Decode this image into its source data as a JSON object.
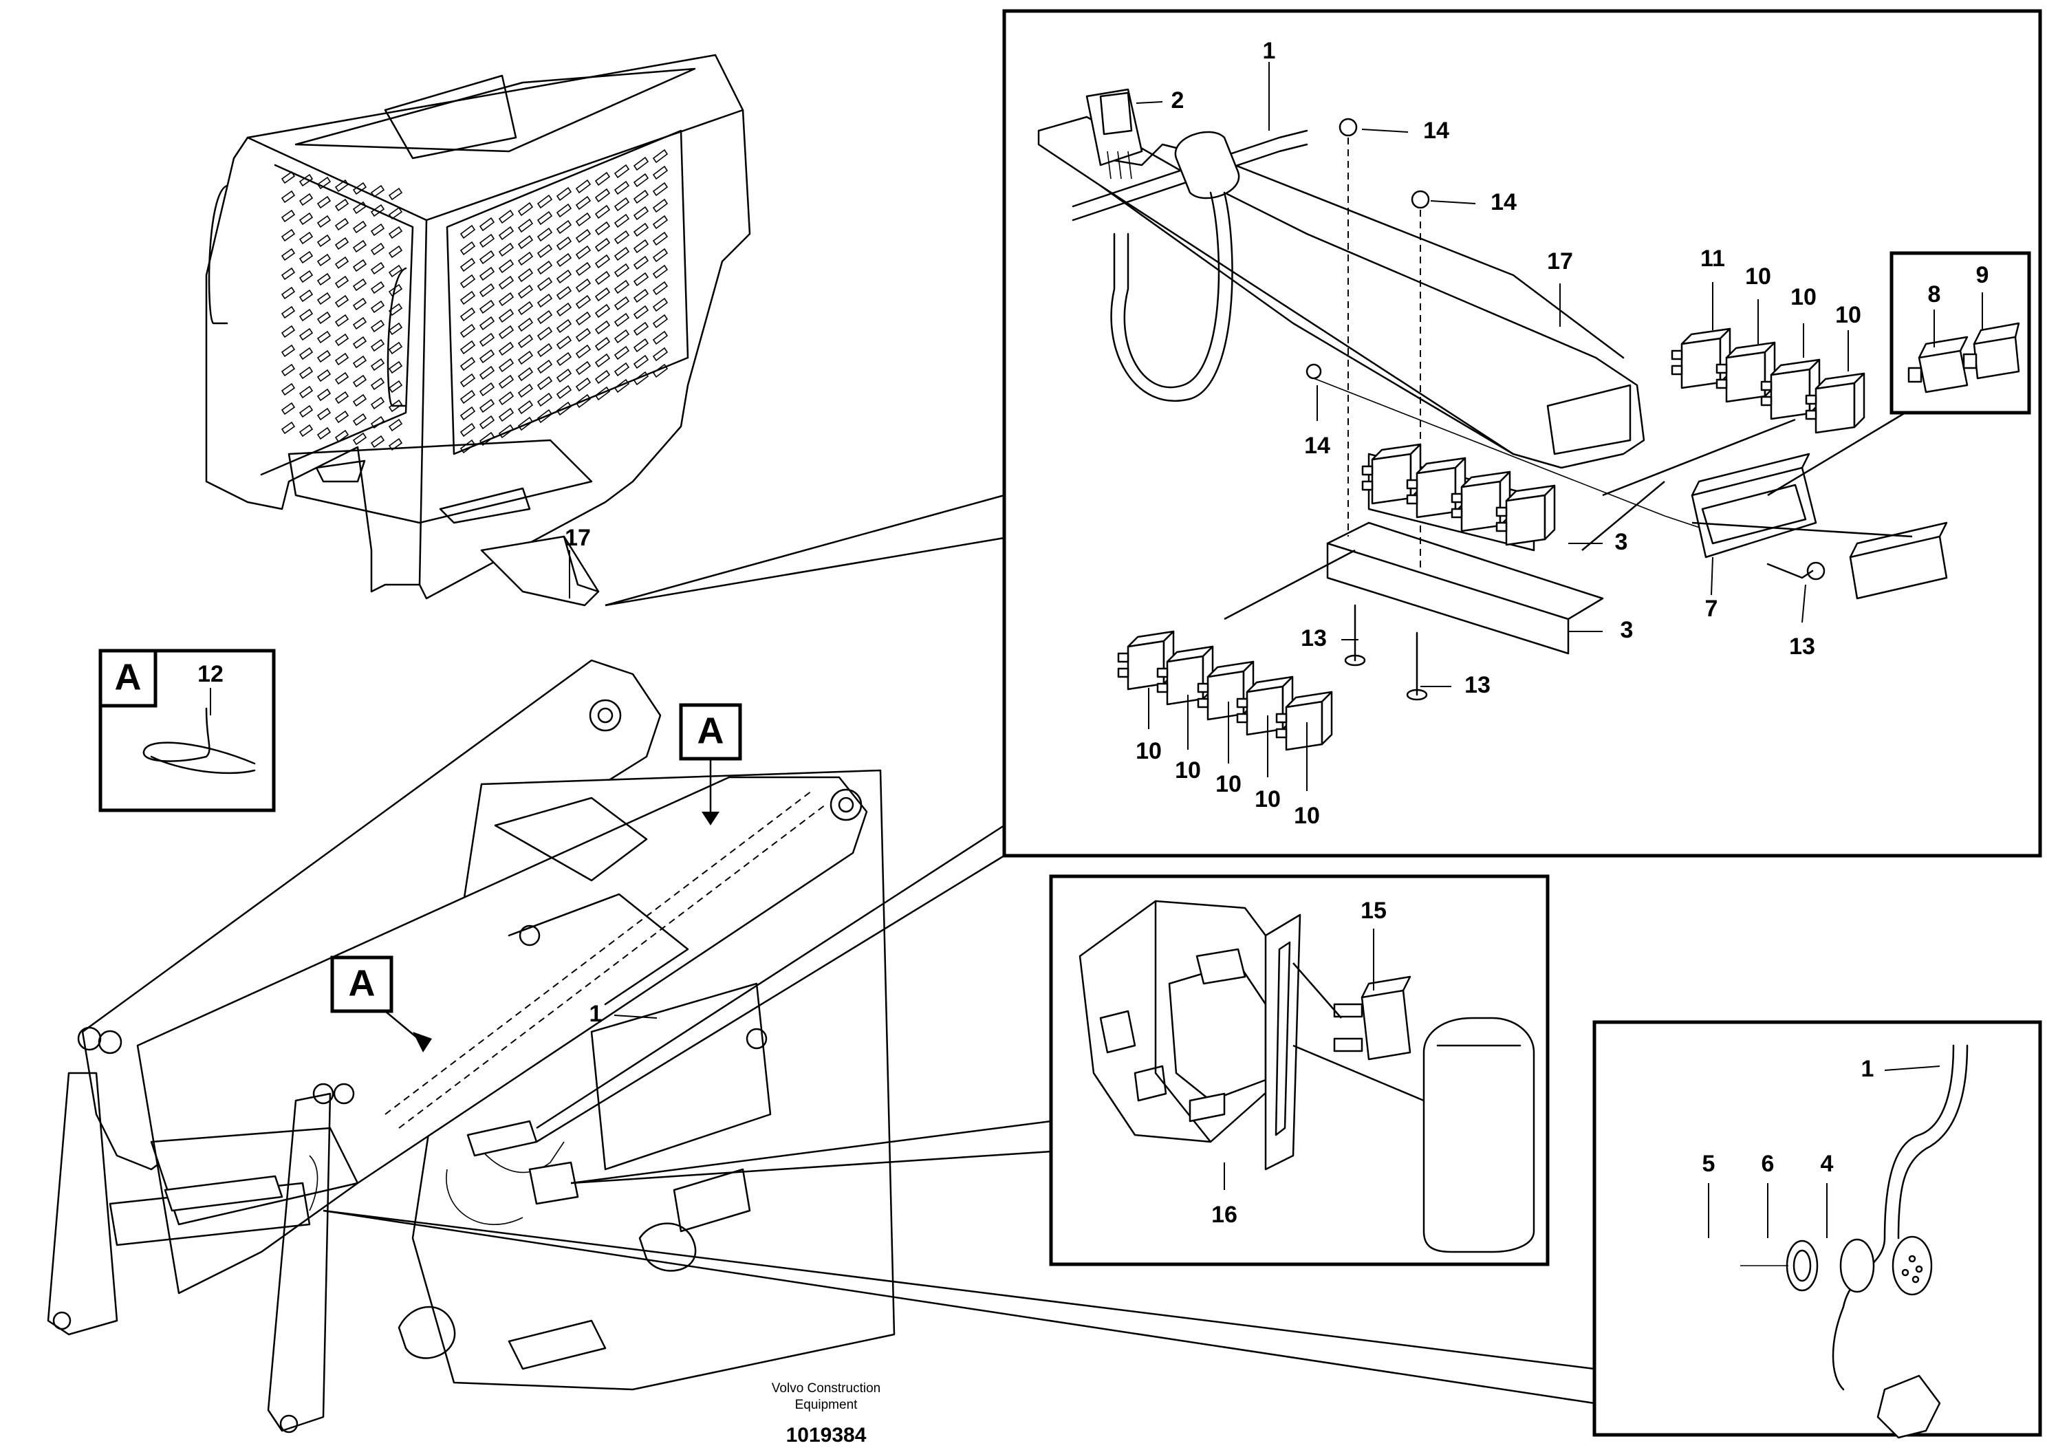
{
  "callouts": {
    "c1_top": "1",
    "c2": "2",
    "c14_a": "14",
    "c14_b": "14",
    "c14_c": "14",
    "c17_top": "17",
    "c11": "11",
    "c10_a": "10",
    "c10_b": "10",
    "c10_c": "10",
    "c8": "8",
    "c9": "9",
    "c3_a": "3",
    "c3_b": "3",
    "c7": "7",
    "c13_a": "13",
    "c13_b": "13",
    "c13_c": "13",
    "c10_d": "10",
    "c10_e": "10",
    "c10_f": "10",
    "c10_g": "10",
    "c10_h": "10",
    "c17_cab": "17",
    "c12": "12",
    "c1_main": "1",
    "c15": "15",
    "c16": "16",
    "c1_conn": "1",
    "c5": "5",
    "c6": "6",
    "c4": "4"
  },
  "view_markers": {
    "box_a_label": "A",
    "arrow_a_upper": "A",
    "arrow_a_lower": "A"
  },
  "footer": {
    "line1": "Volvo Construction",
    "line2": "Equipment",
    "drawing_number": "1019384"
  },
  "icons": [
    "cable-tie-icon",
    "relay-icon",
    "fuse-icon",
    "connector-icon",
    "nut-icon",
    "washer-icon",
    "screw-icon"
  ]
}
